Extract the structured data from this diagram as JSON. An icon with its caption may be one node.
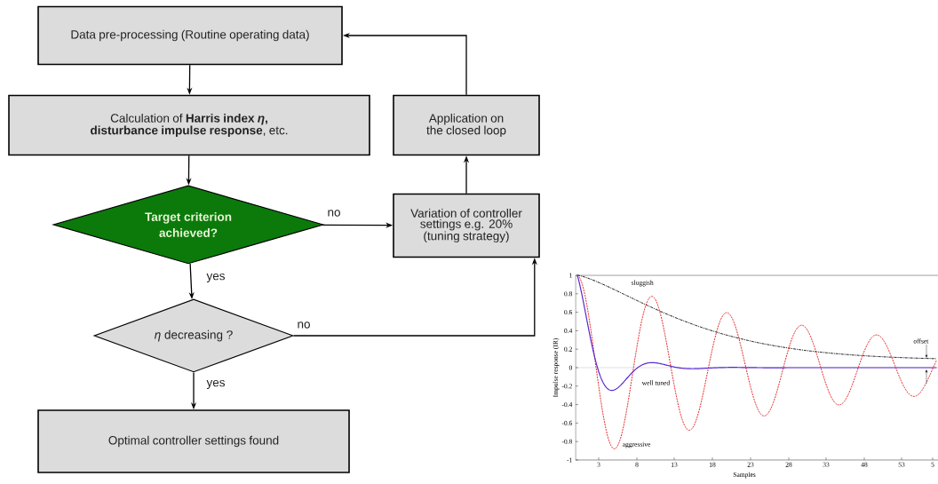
{
  "diagram": {
    "nodes": [
      {
        "text": [
          "Data pre-processing (Routine operating data)"
        ]
      },
      {
        "text": [
          "Calculation of **Harris index *η*, disturbance impulse response**, etc."
        ]
      },
      {
        "text": [
          "Target criterion achieved?"
        ]
      },
      {
        "text": [
          "Variation of controller settings e.g. 20% (tuning strategy)"
        ]
      },
      {
        "text": [
          "Application on the closed loop"
        ]
      },
      {
        "text": [
          "*η* decreasing ?"
        ]
      },
      {
        "text": [
          "Optimal controller settings found"
        ]
      }
    ],
    "edges": [
      {
        "from": 0,
        "to": 1,
        "arrow": "to"
      },
      {
        "from": 1,
        "to": 2,
        "arrow": "to"
      },
      {
        "from": 2,
        "to": 3,
        "arrow": "to",
        "label": "no"
      },
      {
        "from": 2,
        "to": 5,
        "arrow": "to",
        "label": "yes"
      },
      {
        "from": 5,
        "to": 3,
        "arrow": "to",
        "label": "no"
      },
      {
        "from": 5,
        "to": 6,
        "arrow": "to",
        "label": "yes"
      },
      {
        "from": 3,
        "to": 4,
        "arrow": "to"
      },
      {
        "from": 4,
        "to": 0,
        "arrow": "to"
      }
    ],
    "labels": [
      "1",
      "0.8",
      "0.6",
      "0.4",
      "0.2",
      "0",
      "-0.2",
      "-0.4",
      "-0.6",
      "-0.8",
      "-1",
      "Impulse response (IR)",
      "sluggish",
      "offset",
      "well tuned",
      "aggressive",
      "3",
      "8",
      "13",
      "18",
      "23",
      "28",
      "33",
      "48",
      "53",
      "5",
      "Samples"
    ]
  }
}
